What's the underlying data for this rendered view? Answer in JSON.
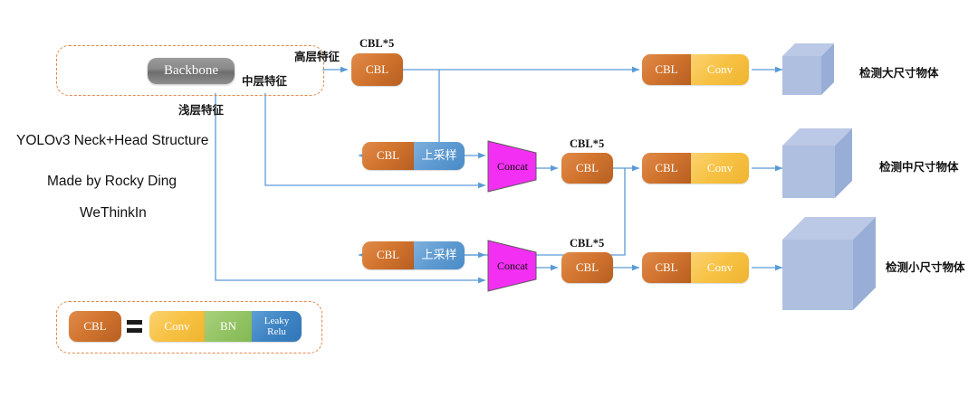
{
  "diagram": {
    "title_lines": [
      "YOLOv3 Neck+Head Structure",
      "Made by Rocky Ding",
      "WeThinkIn"
    ],
    "backbone_label": "Backbone",
    "feature_labels": {
      "high": "高层特征",
      "mid": "中层特征",
      "shallow": "浅层特征"
    },
    "cbl5_label": "CBL*5",
    "blocks": {
      "cbl": "CBL",
      "conv": "Conv",
      "upsample": "上采样",
      "concat": "Concat",
      "bn": "BN",
      "leaky_relu": "Leaky\nRelu"
    },
    "leaky_relu_line1": "Leaky",
    "leaky_relu_line2": "Relu",
    "outputs": [
      {
        "label": "检测大尺寸物体",
        "scale": "large-object"
      },
      {
        "label": "检测中尺寸物体",
        "scale": "medium-object"
      },
      {
        "label": "检测小尺寸物体",
        "scale": "small-object"
      }
    ],
    "legend": {
      "lhs": "CBL",
      "equals": "=",
      "rhs": [
        "Conv",
        "BN",
        "Leaky Relu"
      ]
    },
    "colors": {
      "cbl": "#d2752f",
      "conv": "#f7c244",
      "upsample": "#5f9bd2",
      "bn": "#95c566",
      "leaky_relu": "#3f85c4",
      "concat": "#f22ff2",
      "arrow": "#5b9bd5",
      "dashed_border": "#e2884a",
      "cube": "#aebfe0",
      "backbone": "#808080"
    }
  }
}
